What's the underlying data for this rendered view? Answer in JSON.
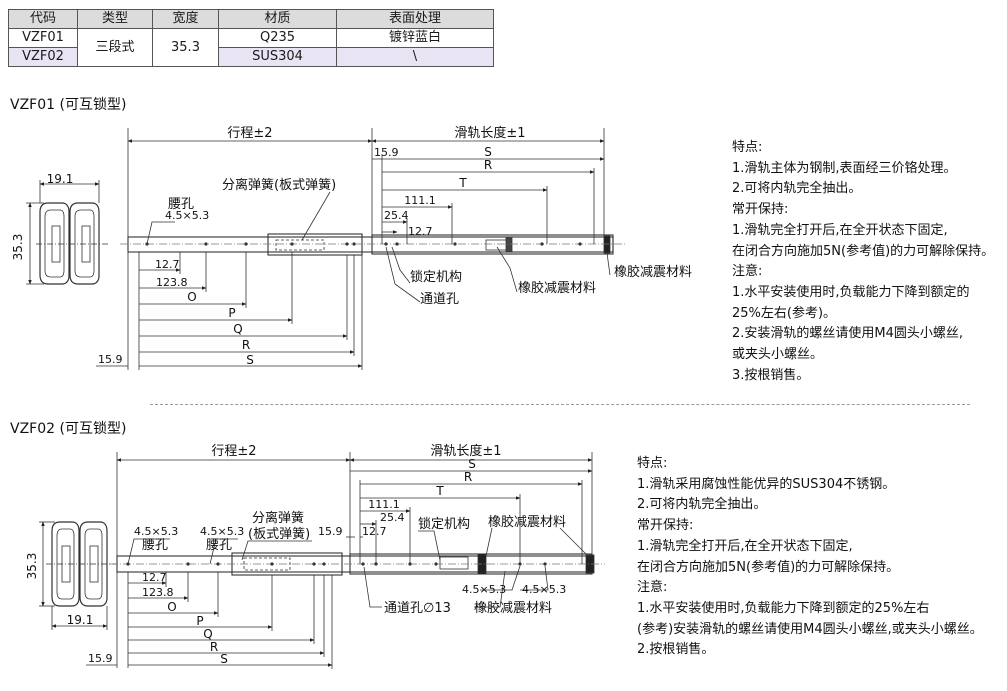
{
  "table": {
    "headers": [
      "代码",
      "类型",
      "宽度",
      "材质",
      "表面处理"
    ],
    "rows": [
      {
        "code": "VZF01",
        "material": "Q235",
        "finish": "镀锌蓝白"
      },
      {
        "code": "VZF02",
        "material": "SUS304",
        "finish": "\\"
      }
    ],
    "type": "三段式",
    "width": "35.3"
  },
  "vzf01": {
    "title": "VZF01 (可互锁型)",
    "dims": {
      "travel": "行程±2",
      "rail_length": "滑轨长度±1",
      "S": "S",
      "R": "R",
      "T": "T",
      "O": "O",
      "P": "P",
      "Q": "Q",
      "d15_9": "15.9",
      "d111_1": "111.1",
      "d25_4": "25.4",
      "d12_7": "12.7",
      "d123_8": "123.8",
      "d19_1": "19.1",
      "d35_3": "35.3",
      "slot": "4.5×5.3"
    },
    "labels": {
      "split_spring": "分离弹簧(板式弹簧)",
      "slot_hole": "腰孔",
      "lock": "锁定机构",
      "access_hole": "通道孔",
      "rubber_a": "橡胶减震材料",
      "rubber_b": "橡胶减震材料"
    },
    "notes": [
      "特点:",
      "1.滑轨主体为钢制,表面经三价铬处理。",
      "2.可将内轨完全抽出。",
      "常开保持:",
      "1.滑轨完全打开后,在全开状态下固定,",
      "在闭合方向施加5N(参考值)的力可解除保持。",
      "注意:",
      "1.水平安装使用时,负载能力下降到额定的",
      "25%左右(参考)。",
      "2.安装滑轨的螺丝请使用M4圆头小螺丝,",
      "或夹头小螺丝。",
      "3.按根销售。"
    ]
  },
  "vzf02": {
    "title": "VZF02 (可互锁型)",
    "dims": {
      "travel": "行程±2",
      "rail_length": "滑轨长度±1",
      "S": "S",
      "R": "R",
      "T": "T",
      "O": "O",
      "P": "P",
      "Q": "Q",
      "d15_9": "15.9",
      "d111_1": "111.1",
      "d25_4": "25.4",
      "d12_7": "12.7",
      "d123_8": "123.8",
      "d19_1": "19.1",
      "d35_3": "35.3",
      "slot": "4.5×5.3"
    },
    "labels": {
      "split_spring_1": "分离弹簧",
      "split_spring_2": "(板式弹簧)",
      "slot_hole": "腰孔",
      "lock": "锁定机构",
      "rubber": "橡胶减震材料",
      "access_hole": "通道孔∅13"
    },
    "notes": [
      "特点:",
      "1.滑轨采用腐蚀性能优异的SUS304不锈钢。",
      "2.可将内轨完全抽出。",
      "常开保持:",
      "1.滑轨完全打开后,在全开状态下固定,",
      "在闭合方向施加5N(参考值)的力可解除保持。",
      "注意:",
      "1.水平安装使用时,负载能力下降到额定的25%左右",
      "(参考)安装滑轨的螺丝请使用M4圆头小螺丝,或夹头小螺丝。",
      "2.按根销售。"
    ]
  }
}
